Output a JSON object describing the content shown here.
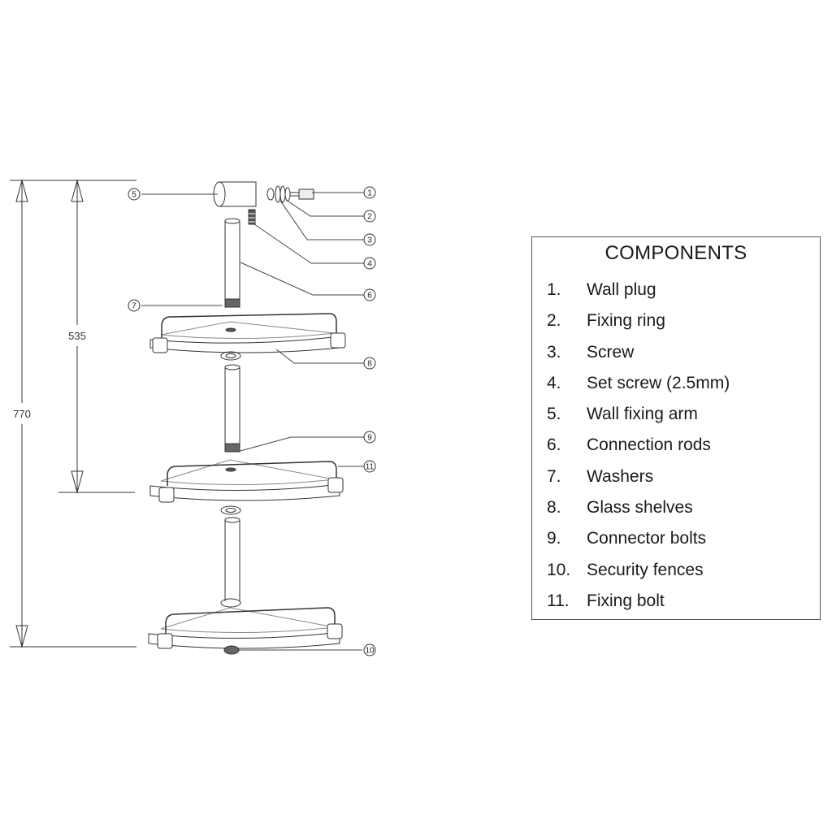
{
  "dimensions": {
    "overall_height": "770",
    "shelf_spacing": "535"
  },
  "callouts": [
    "1",
    "2",
    "3",
    "4",
    "5",
    "6",
    "7",
    "8",
    "9",
    "10",
    "11"
  ],
  "components": {
    "title": "COMPONENTS",
    "items": [
      {
        "num": "1.",
        "label": "Wall plug"
      },
      {
        "num": "2.",
        "label": "Fixing ring"
      },
      {
        "num": "3.",
        "label": "Screw"
      },
      {
        "num": "4.",
        "label": "Set screw (2.5mm)"
      },
      {
        "num": "5.",
        "label": "Wall fixing arm"
      },
      {
        "num": "6.",
        "label": "Connection rods"
      },
      {
        "num": "7.",
        "label": "Washers"
      },
      {
        "num": "8.",
        "label": "Glass shelves"
      },
      {
        "num": "9.",
        "label": "Connector bolts"
      },
      {
        "num": "10.",
        "label": "Security fences"
      },
      {
        "num": "11.",
        "label": "Fixing bolt"
      }
    ]
  }
}
